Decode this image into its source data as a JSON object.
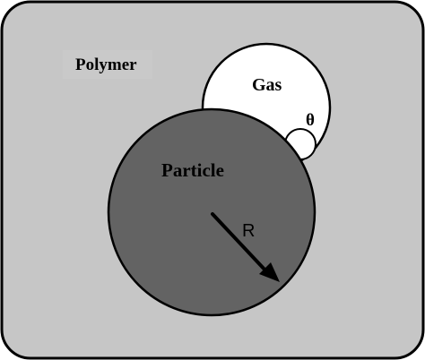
{
  "labels": {
    "polymer": "Polymer",
    "gas": "Gas",
    "particle": "Particle",
    "radius": "R",
    "angle": "θ"
  },
  "colors": {
    "polymer_fill": "#c6c6c6",
    "particle_fill": "#636363",
    "gas_fill": "#ffffff",
    "outline": "#000000"
  }
}
